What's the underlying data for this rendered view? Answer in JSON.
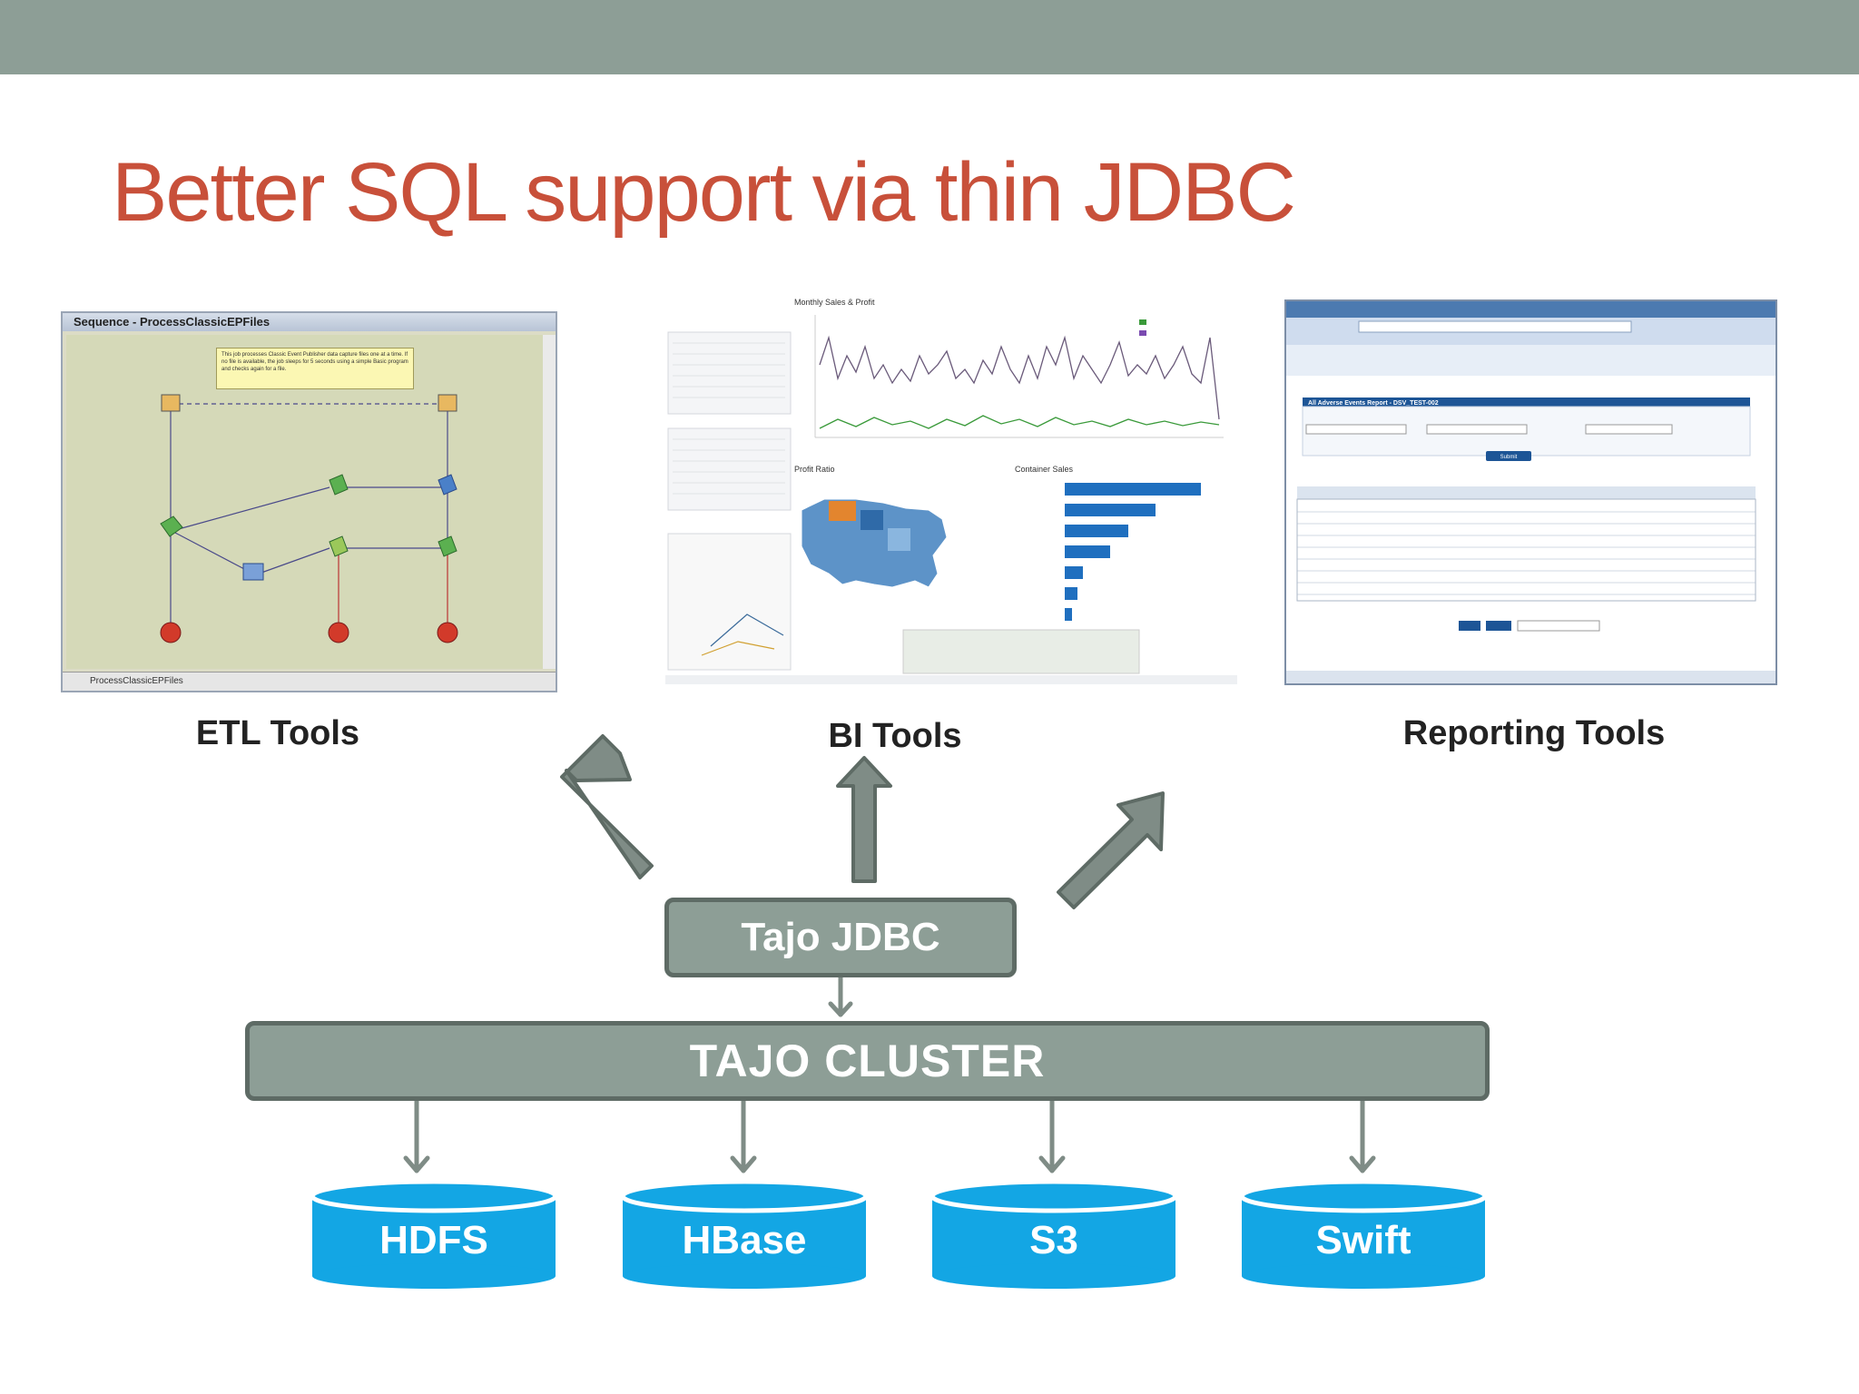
{
  "slide": {
    "title": "Better SQL support via thin JDBC"
  },
  "tools": [
    {
      "caption": "ETL Tools"
    },
    {
      "caption": "BI Tools"
    },
    {
      "caption": "Reporting Tools"
    }
  ],
  "etl_window": {
    "title": "Sequence - ProcessClassicEPFiles",
    "note": "This job processes Classic Event Publisher data capture files one at a time. If no file is available, the job sleeps for 5 seconds using a simple Basic program and checks again for a file.",
    "footer_tab": "ProcessClassicEPFiles"
  },
  "bi_dashboard": {
    "line_chart_title": "Monthly Sales & Profit",
    "map_title": "Profit Ratio",
    "bar_chart_title": "Container Sales"
  },
  "report_window": {
    "form_title": "All Adverse Events Report - DSV_TEST-002",
    "submit_label": "Submit"
  },
  "diagram": {
    "jdbc_label": "Tajo JDBC",
    "cluster_label": "TAJO CLUSTER",
    "storages": [
      "HDFS",
      "HBase",
      "S3",
      "Swift"
    ]
  },
  "colors": {
    "top_bar": "#8d9e96",
    "title": "#c8503a",
    "box_fill": "#8d9e96",
    "box_border": "#5e6b65",
    "storage": "#13a6e4",
    "arrow": "#7f8c86"
  }
}
